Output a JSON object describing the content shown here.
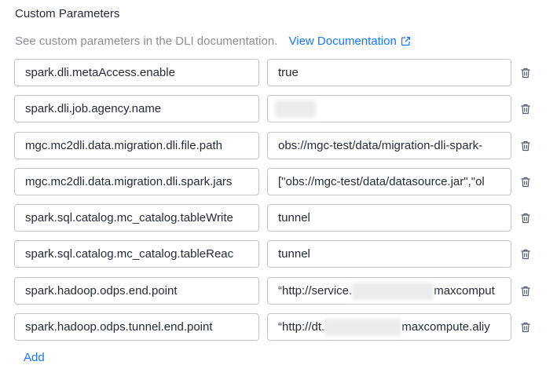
{
  "section": {
    "title": "Custom Parameters",
    "hint": "See custom parameters in the DLI documentation.",
    "doc_link": "View Documentation"
  },
  "params": [
    {
      "key": "spark.dli.metaAccess.enable",
      "value": "true",
      "value_redacted": false
    },
    {
      "key": "spark.dli.job.agency.name",
      "value": "",
      "value_redacted": true
    },
    {
      "key": "mgc.mc2dli.data.migration.dli.file.path",
      "value": "obs://mgc-test/data/migration-dli-spark-",
      "value_redacted": false
    },
    {
      "key": "mgc.mc2dli.data.migration.dli.spark.jars",
      "value": "[\"obs://mgc-test/data/datasource.jar\",\"ol",
      "value_redacted": false
    },
    {
      "key": "spark.sql.catalog.mc_catalog.tableWrite",
      "value": "tunnel",
      "value_redacted": false
    },
    {
      "key": "spark.sql.catalog.mc_catalog.tableReac",
      "value": "tunnel",
      "value_redacted": false
    },
    {
      "key": "spark.hadoop.odps.end.point",
      "value_prefix": "“http://service.",
      "value_suffix": "maxcomput",
      "value_redacted": true
    },
    {
      "key": "spark.hadoop.odps.tunnel.end.point",
      "value_prefix": "“http://dt.",
      "value_suffix": "maxcompute.aliy",
      "value_redacted": true
    }
  ],
  "add_label": "Add",
  "icons": {
    "delete": "trash-icon",
    "external": "external-link-icon"
  },
  "colors": {
    "link": "#1677ff",
    "border": "#c2c6cc",
    "hint": "#8a8e99"
  }
}
